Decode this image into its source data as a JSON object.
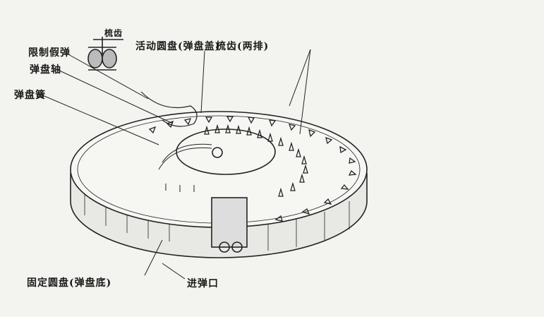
{
  "labels": {
    "comb_teeth_inset": "梳齿",
    "limit_dummy_round": "限制假弹",
    "drum_shaft": "弹盘轴",
    "drum_spring": "弹盘簧",
    "moving_disc": "活动圆盘(弹盘盖)",
    "comb_teeth_two_rows": "梳齿(两排)",
    "fixed_disc": "固定圆盘(弹盘底)",
    "feed_opening": "进弹口"
  }
}
